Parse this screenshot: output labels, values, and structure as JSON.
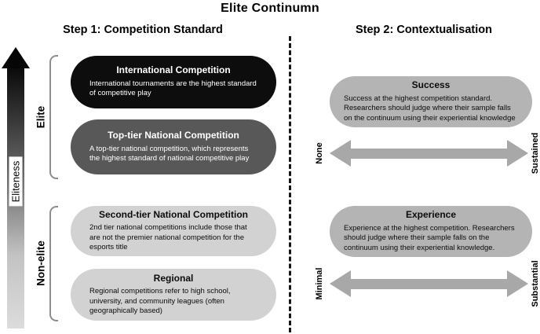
{
  "title": "Elite Continumn",
  "left_panel": {
    "header": "Step 1: Competition Standard",
    "axis_label": "Eliteness",
    "groups": [
      {
        "label": "Elite"
      },
      {
        "label": "Non-elite"
      }
    ],
    "boxes": [
      {
        "title": "International Competition",
        "body": "International tournaments are the highest standard of competitive play"
      },
      {
        "title": "Top-tier National Competition",
        "body": "A top-tier national competition, which represents the highest standard of national competitive play"
      },
      {
        "title": "Second-tier National Competition",
        "body": "2nd tier national competitions include those that are not the premier national competition for the esports title"
      },
      {
        "title": "Regional",
        "body": "Regional competitions refer to high school, university, and community leagues (often geographically based)"
      }
    ]
  },
  "right_panel": {
    "header": "Step 2: Contextualisation",
    "sections": [
      {
        "title": "Success",
        "body": "Success at the highest competition standard. Researchers should judge where their sample falls on the continuum using their experiential knowledge",
        "scale_left": "None",
        "scale_right": "Sustained"
      },
      {
        "title": "Experience",
        "body": "Experience at the highest competition. Researchers should judge where their sample falls on the continuum using their experiential knowledge.",
        "scale_left": "Minimal",
        "scale_right": "Substantial"
      }
    ]
  },
  "colors": {
    "box_black": "#0d0d0d",
    "box_dark_gray": "#585858",
    "box_light_gray": "#d2d2d2",
    "box_medium_gray": "#b4b4b4",
    "arrow_gray": "#a8a8a8"
  }
}
